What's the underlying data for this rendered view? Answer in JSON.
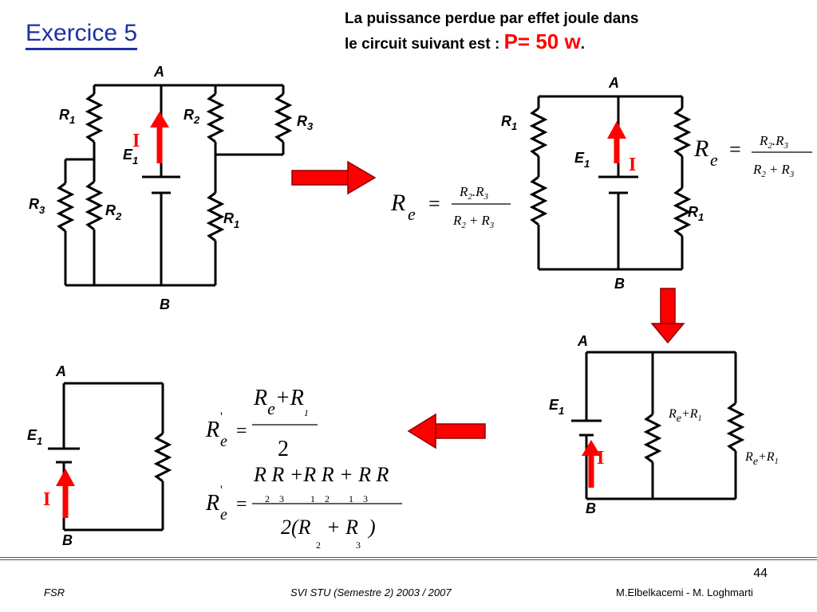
{
  "slide": {
    "title": "Exercice 5",
    "statement_line1": "La puissance perdue par effet joule dans",
    "statement_line2": "le circuit suivant  est :",
    "power": "P= 50 w",
    "statement_end": ".",
    "page_number": "44"
  },
  "footer": {
    "left": "FSR",
    "center": "SVI STU  (Semestre 2) 2003 / 2007",
    "right": "M.Elbelkacemi - M. Loghmarti"
  },
  "labels": {
    "node_a": "A",
    "node_b": "B",
    "r1": "R",
    "r1_sub": "1",
    "r2": "R",
    "r2_sub": "2",
    "r3": "R",
    "r3_sub": "3",
    "e1": "E",
    "e1_sub": "1",
    "current": "I"
  },
  "formulas": {
    "re": "R",
    "re_sub": "e",
    "eq": "=",
    "num_r2": "R",
    "num_2": "2",
    "dot": ".",
    "num_r3": "R",
    "num_3": "3",
    "den_r2": "R",
    "den_2": "2",
    "plus": "+",
    "den_r3": "R",
    "den_3": "3",
    "re_plus_r1_a": "R",
    "re_plus_r1_e": "e",
    "re_plus_r1_plus": "+",
    "re_plus_r1_r": "R",
    "re_plus_r1_1": "1",
    "reprime": "R",
    "prime": "'",
    "half_num": "R",
    "half_e": "e",
    "half_plus": "+R",
    "half_1": "1",
    "half_den": "2",
    "final_num": "R R +R R + R R",
    "final_num_sub": "2    3           1    2        1    3",
    "final_den": "2(R   + R  )",
    "final_den_sub2": "2",
    "final_den_sub3": "3"
  },
  "colors": {
    "title": "#1f2fa3",
    "accent_red": "#ff0000",
    "arrow_red": "#e60000",
    "wire": "#000000"
  }
}
